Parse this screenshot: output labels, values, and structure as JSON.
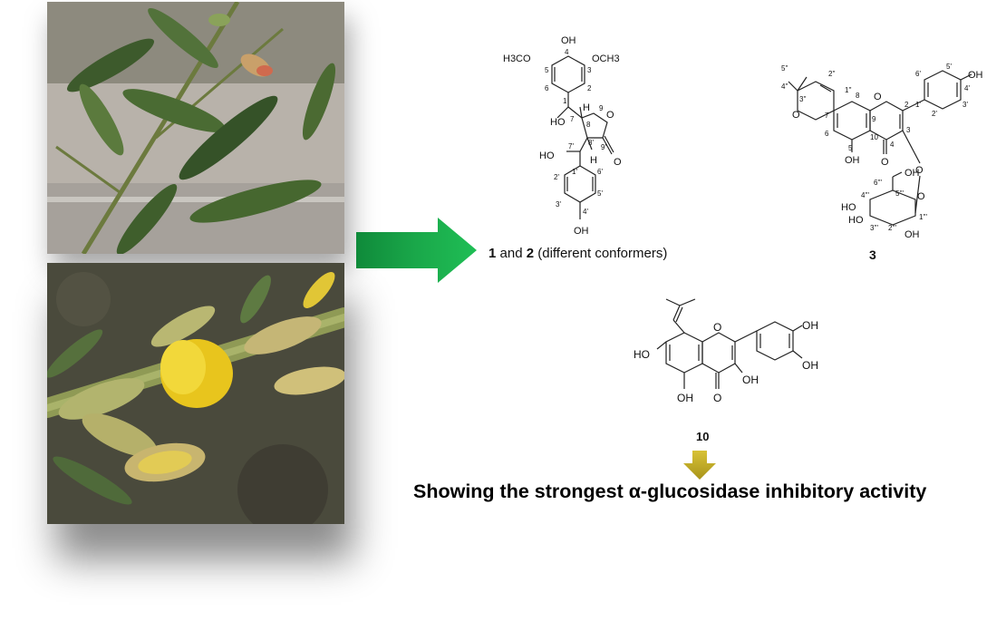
{
  "compound_12": {
    "caption_num1": "1",
    "caption_and": " and ",
    "caption_num2": "2",
    "caption_rest": " (different conformers)",
    "labels": {
      "oh_top": "OH",
      "h3co": "H3CO",
      "och3": "OCH3",
      "n4": "4",
      "n5": "5",
      "n3": "3",
      "n6": "6",
      "n2": "2",
      "n1": "1",
      "n7": "7",
      "n8": "8",
      "n9": "9",
      "n7p": "7'",
      "n8p": "8'",
      "n9p": "9'",
      "n1p": "1'",
      "n2p": "2'",
      "n3p": "3'",
      "n4p": "4'",
      "n5p": "5'",
      "n6p": "6'",
      "ho7": "HO",
      "ho7p": "HO",
      "h8": "H",
      "h8p": "H",
      "o_ring": "O",
      "o_carbonyl": "O",
      "oh_bottom": "OH"
    }
  },
  "compound_3": {
    "caption": "3",
    "labels": {
      "oh_right": "OH",
      "n4p": "4'",
      "n5p": "5'",
      "n3p": "3'",
      "n6p": "6'",
      "n2p": "2'",
      "n1p": "1'",
      "n5pp": "5''",
      "n4pp": "4''",
      "n3pp": "3''",
      "n2pp": "2''",
      "n1pp": "1''",
      "n2": "2",
      "n3": "3",
      "n4": "4",
      "n5": "5",
      "n6": "6",
      "n7": "7",
      "n8": "8",
      "n9": "9",
      "n10": "10",
      "o_ring": "O",
      "o_pyran": "O",
      "o_carbonyl": "O",
      "oh5": "OH",
      "o_link": "O",
      "sugar_oh6": "OH",
      "n6ppp": "6'''",
      "n5ppp": "5'''",
      "n4ppp": "4'''",
      "o_sugar": "O",
      "sugar_ho4": "HO",
      "sugar_ho3": "HO",
      "n3ppp": "3'''",
      "n2ppp": "2'''",
      "n1ppp": "1'''",
      "sugar_oh2": "OH"
    }
  },
  "compound_10": {
    "caption": "10",
    "labels": {
      "ho7": "HO",
      "o_ring": "O",
      "oh3p": "OH",
      "oh4p": "OH",
      "oh3": "OH",
      "oh5": "OH",
      "o_carbonyl": "O"
    }
  },
  "conclusion": "Showing the strongest α-glucosidase inhibitory activity",
  "colors": {
    "arrow_green": "#1aa84a",
    "arrow_dark_green": "#0f7a33",
    "arrow_gold": "#c2ad1f"
  }
}
